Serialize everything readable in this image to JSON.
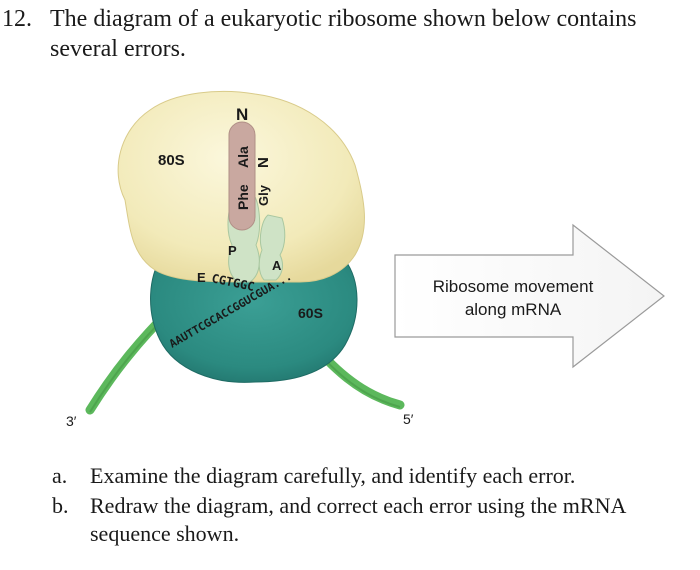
{
  "question": {
    "number": "12.",
    "text": "The diagram of a eukaryotic ribosome shown below contains several errors."
  },
  "diagram": {
    "large_subunit_label": "80S",
    "small_subunit_label": "60S",
    "site_e": "E",
    "site_p": "P",
    "site_a": "A",
    "peptide": {
      "n_top": "N",
      "n_side": "N",
      "residue_1": "Ala",
      "residue_2": "Phe",
      "residue_3": "Gly"
    },
    "codons": {
      "upper": "CGTGGC",
      "lower": "AAUTTCGCACCGGUCGUA..."
    },
    "end_left": "3′",
    "end_right": "5′",
    "arrow_label_line1": "Ribosome movement",
    "arrow_label_line2": "along mRNA",
    "colors": {
      "large_subunit": "#f5efc3",
      "small_subunit": "#2f8f86",
      "mrna": "#5cb85c",
      "trna": "#c9a8a0",
      "trna_light": "#cfe3c6"
    }
  },
  "parts": [
    {
      "letter": "a.",
      "text": "Examine the diagram carefully, and identify each error."
    },
    {
      "letter": "b.",
      "text": "Redraw the diagram, and correct each error using the mRNA sequence shown."
    }
  ]
}
